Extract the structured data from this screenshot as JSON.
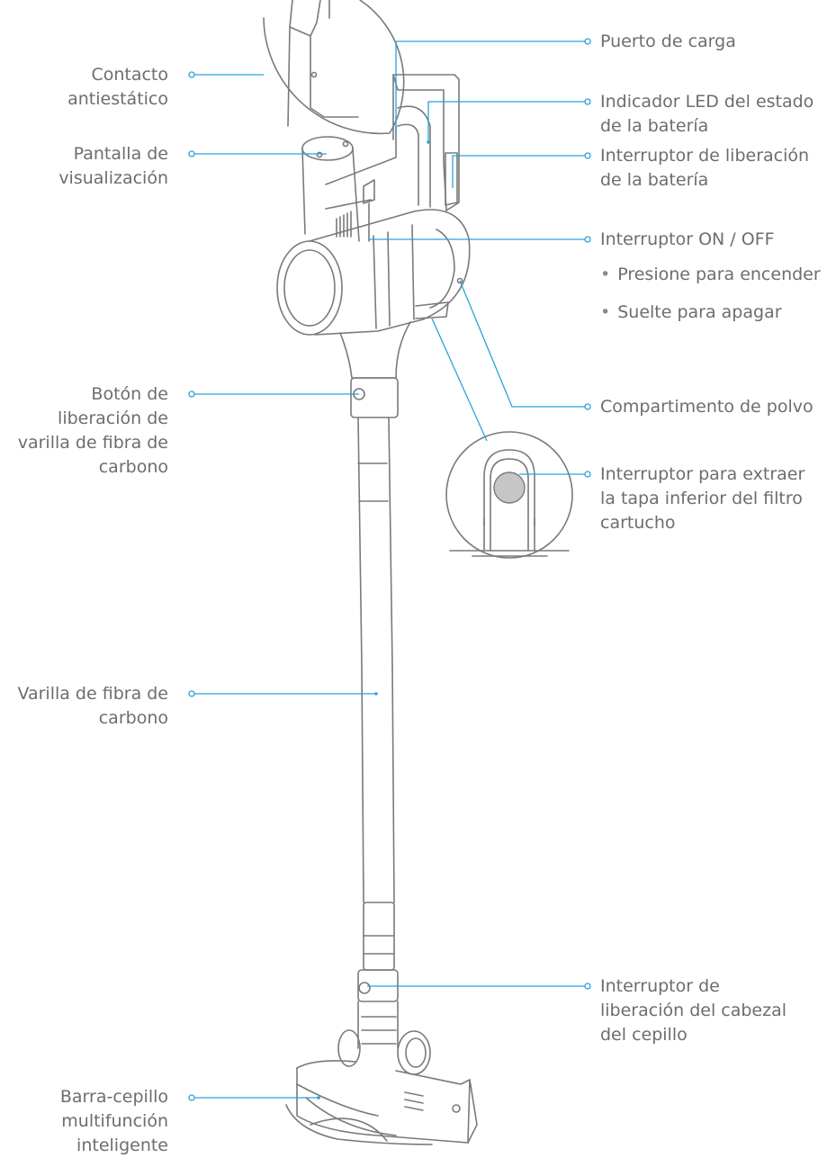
{
  "accent_color": "#29a3d9",
  "outline_color": "#7a7a7a",
  "labels": {
    "contacto": "Contacto\nantiestático",
    "pantalla": "Pantalla de\nvisualización",
    "boton_varilla": "Botón de\nliberación de\nvarilla de fibra de\ncarbono",
    "varilla": "Varilla de fibra de\ncarbono",
    "barra": "Barra-cepillo\nmultifunción\ninteligente",
    "puerto": "Puerto de carga",
    "indicador": "Indicador LED del estado\nde la batería",
    "liberacion_bateria": "Interruptor de liberación\nde la batería",
    "onoff": "Interruptor ON / OFF",
    "presione": "Presione para encender",
    "suelte": "Suelte para apagar",
    "compartimento": "Compartimento de polvo",
    "filtro": "Interruptor para extraer\nla tapa inferior del filtro\ncartucho",
    "cabezal": "Interruptor de\nliberación del cabezal\ndel cepillo"
  }
}
